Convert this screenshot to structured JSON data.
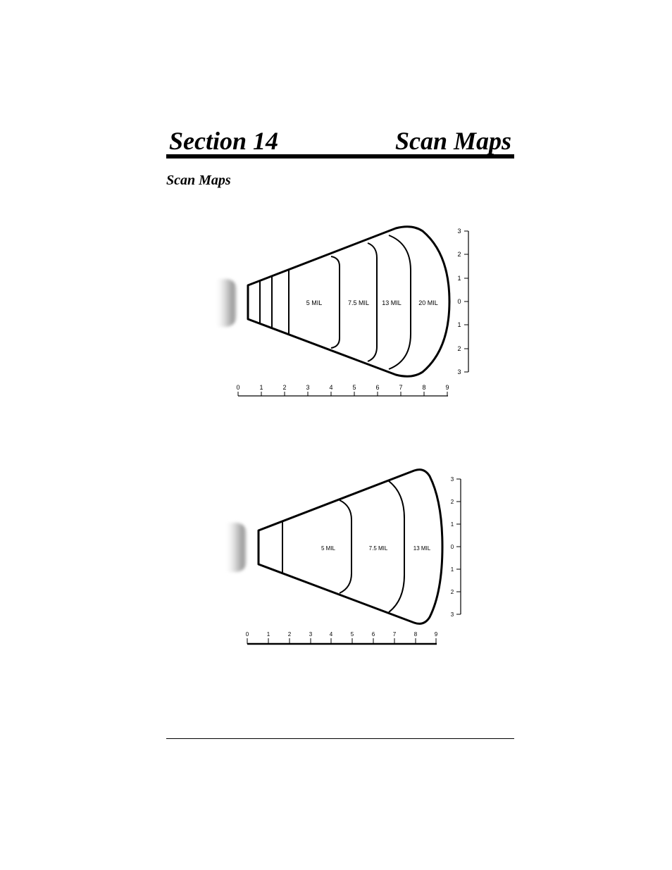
{
  "header": {
    "section": "Section 14",
    "title": "Scan Maps"
  },
  "subheading": "Scan Maps",
  "maps": [
    {
      "zones": [
        "5 MIL",
        "7.5 MIL",
        "13 MIL",
        "20 MIL"
      ],
      "x_ticks": [
        "0",
        "1",
        "2",
        "3",
        "4",
        "5",
        "6",
        "7",
        "8",
        "9"
      ],
      "y_ticks": [
        "3",
        "2",
        "1",
        "0",
        "1",
        "2",
        "3"
      ]
    },
    {
      "zones": [
        "5 MIL",
        "7.5 MIL",
        "13 MIL"
      ],
      "x_ticks": [
        "0",
        "1",
        "2",
        "3",
        "4",
        "5",
        "6",
        "7",
        "8",
        "9"
      ],
      "y_ticks": [
        "3",
        "2",
        "1",
        "0",
        "1",
        "2",
        "3"
      ]
    }
  ]
}
